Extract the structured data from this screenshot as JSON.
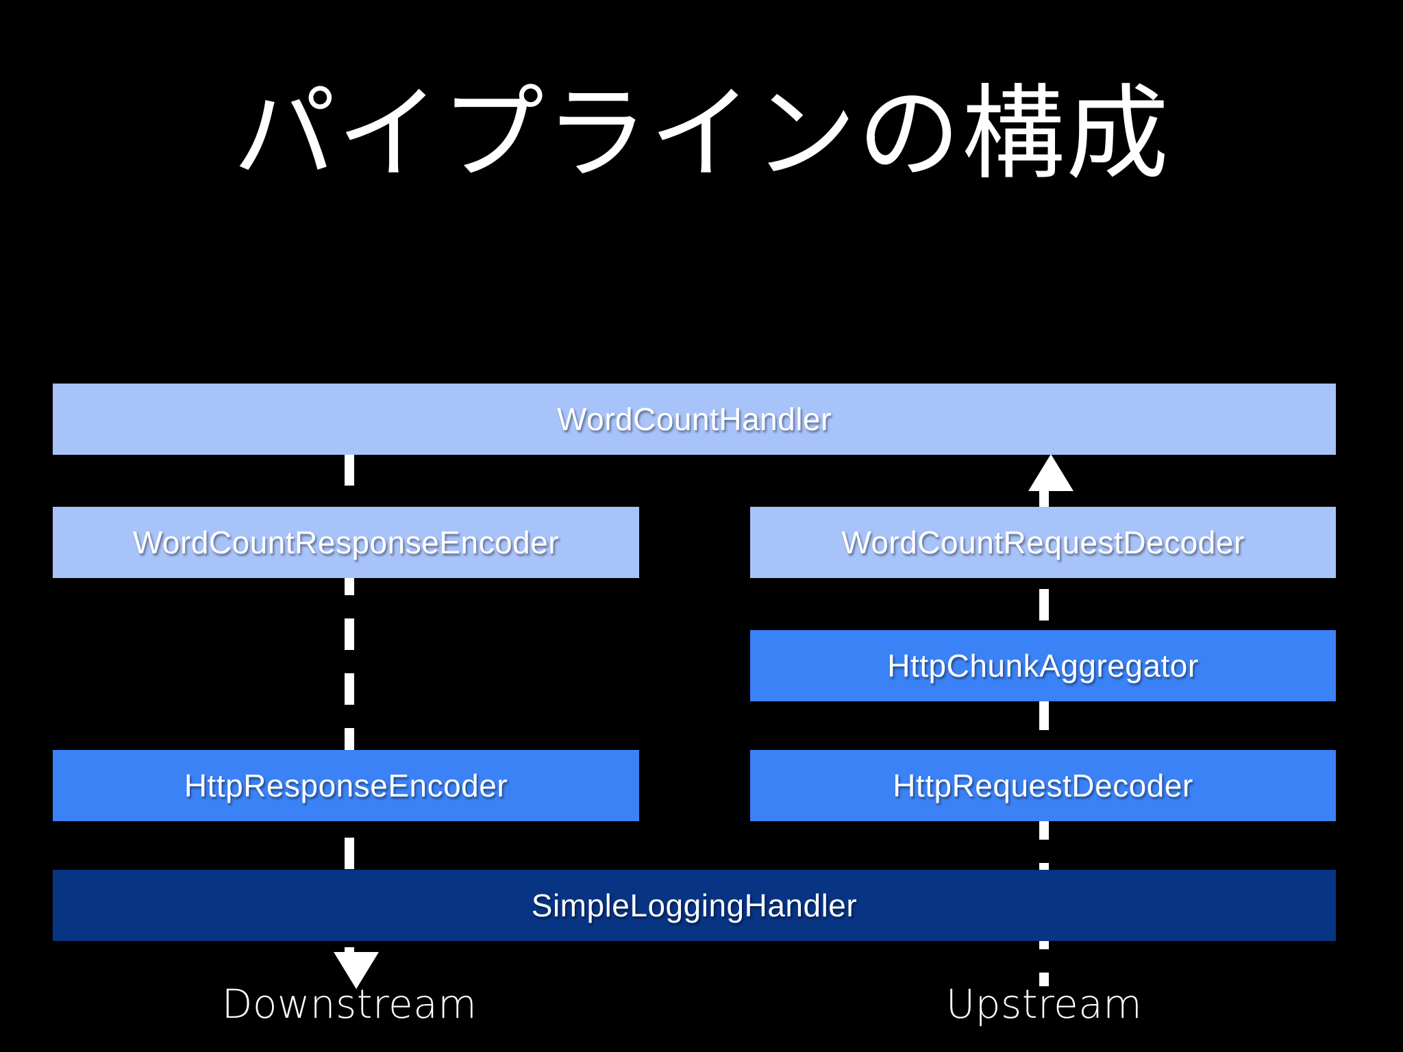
{
  "slide": {
    "title": "パイプラインの構成",
    "background_color": "#000000",
    "title_color": "#ffffff"
  },
  "palette": {
    "light_blue": "#a8c3fa",
    "bright_blue": "#3b82f6",
    "dark_navy": "#083484",
    "line_white": "#ffffff",
    "background": "#000000"
  },
  "diagram": {
    "type": "pipeline",
    "columns": [
      {
        "name": "downstream",
        "caption": "Downstream",
        "direction": "down",
        "arrow": "arrow-down-icon"
      },
      {
        "name": "upstream",
        "caption": "Upstream",
        "direction": "up",
        "arrow": "arrow-up-icon"
      }
    ],
    "bars": [
      {
        "id": "word-count-handler",
        "label": "WordCountHandler",
        "tone": "light",
        "color": "#a8c3fa",
        "span": "full",
        "row": 1
      },
      {
        "id": "word-count-response-encoder",
        "label": "WordCountResponseEncoder",
        "tone": "light",
        "color": "#a8c3fa",
        "span": "left",
        "row": 2
      },
      {
        "id": "word-count-request-decoder",
        "label": "WordCountRequestDecoder",
        "tone": "light",
        "color": "#a8c3fa",
        "span": "right",
        "row": 2
      },
      {
        "id": "http-chunk-aggregator",
        "label": "HttpChunkAggregator",
        "tone": "bright",
        "color": "#3b82f6",
        "span": "right",
        "row": 3
      },
      {
        "id": "http-response-encoder",
        "label": "HttpResponseEncoder",
        "tone": "bright",
        "color": "#3b82f6",
        "span": "left",
        "row": 4
      },
      {
        "id": "http-request-decoder",
        "label": "HttpRequestDecoder",
        "tone": "bright",
        "color": "#3b82f6",
        "span": "right",
        "row": 4
      },
      {
        "id": "simple-logging-handler",
        "label": "SimpleLoggingHandler",
        "tone": "dark",
        "color": "#083484",
        "span": "full",
        "row": 5
      }
    ]
  }
}
